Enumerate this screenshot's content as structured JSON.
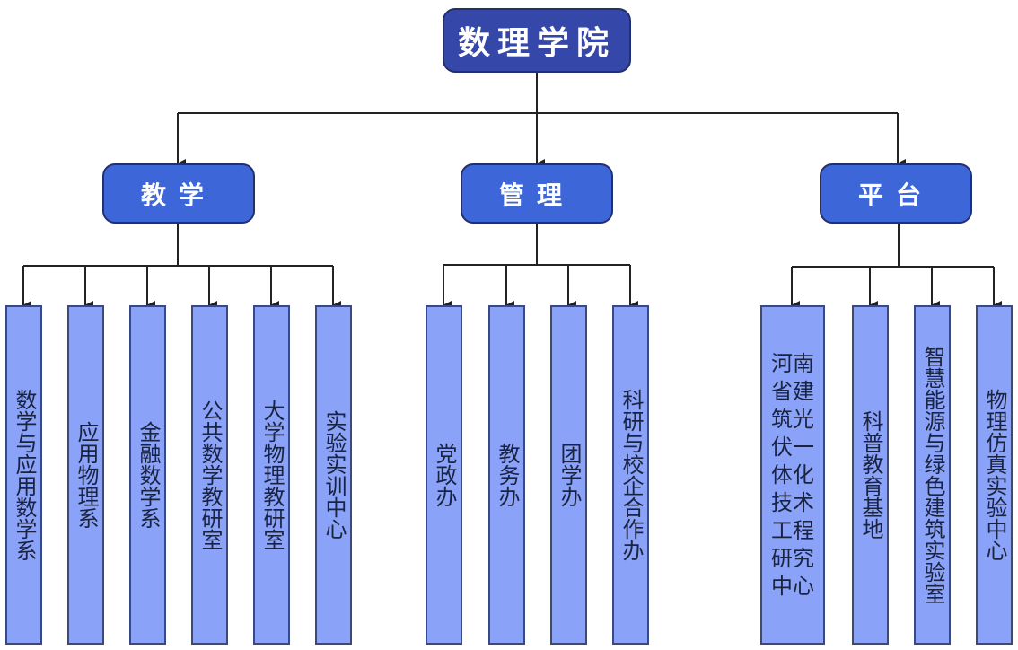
{
  "diagram": {
    "root": {
      "label": "数理学院"
    },
    "groups": [
      {
        "label": "教学",
        "children": [
          "数学与应用数学系",
          "应用物理系",
          "金融数学系",
          "公共数学教研室",
          "大学物理教研室",
          "实验实训中心"
        ]
      },
      {
        "label": "管理",
        "children": [
          "党政办",
          "教务办",
          "团学办",
          "科研与校企合作办"
        ]
      },
      {
        "label": "平台",
        "children": [
          "河南省建筑光伏一体化技术工程研究中心",
          "科普教育基地",
          "智慧能源与绿色建筑实验室",
          "物理仿真实验中心"
        ]
      }
    ]
  },
  "colors": {
    "root_fill": "#3547a8",
    "group_fill": "#3d67d8",
    "leaf_fill": "#8aa2f8",
    "connector": "#222222"
  }
}
